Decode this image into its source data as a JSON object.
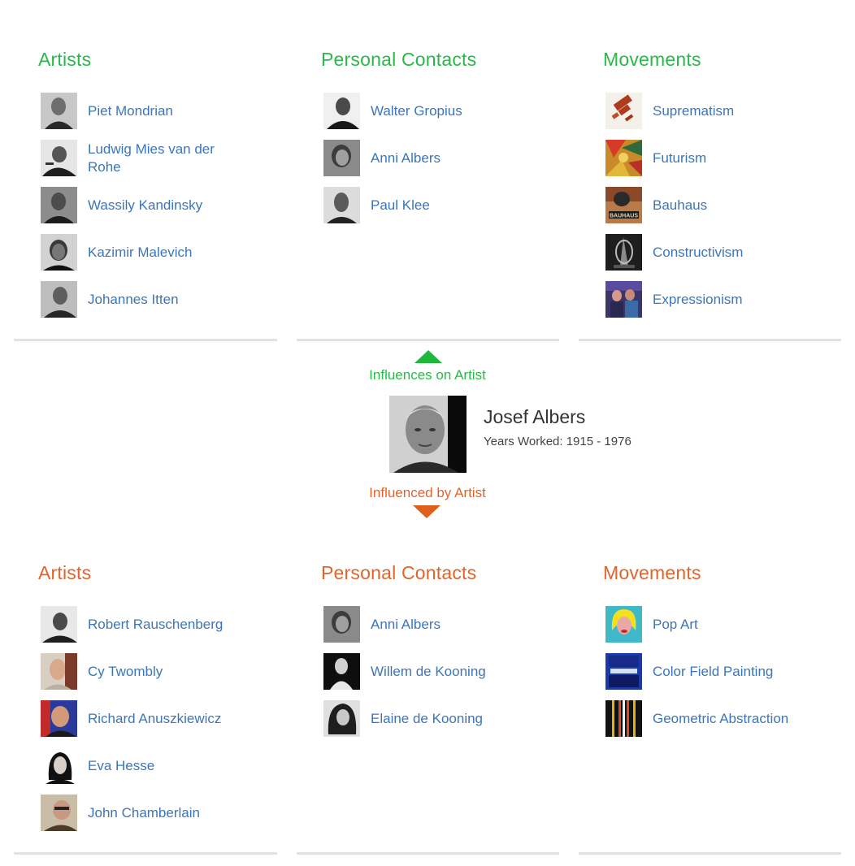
{
  "influences_on": {
    "columns": [
      {
        "title": "Artists",
        "items": [
          {
            "label": "Piet Mondrian",
            "icon": "portrait-photo"
          },
          {
            "label": "Ludwig Mies van der Rohe",
            "icon": "portrait-photo"
          },
          {
            "label": "Wassily Kandinsky",
            "icon": "portrait-photo"
          },
          {
            "label": "Kazimir Malevich",
            "icon": "portrait-photo"
          },
          {
            "label": "Johannes Itten",
            "icon": "portrait-photo"
          }
        ]
      },
      {
        "title": "Personal Contacts",
        "items": [
          {
            "label": "Walter Gropius",
            "icon": "portrait-photo"
          },
          {
            "label": "Anni Albers",
            "icon": "portrait-photo"
          },
          {
            "label": "Paul Klee",
            "icon": "portrait-photo"
          }
        ]
      },
      {
        "title": "Movements",
        "items": [
          {
            "label": "Suprematism",
            "icon": "artwork-thumbnail"
          },
          {
            "label": "Futurism",
            "icon": "artwork-thumbnail"
          },
          {
            "label": "Bauhaus",
            "icon": "artwork-thumbnail"
          },
          {
            "label": "Constructivism",
            "icon": "artwork-thumbnail"
          },
          {
            "label": "Expressionism",
            "icon": "artwork-thumbnail"
          }
        ]
      }
    ]
  },
  "center": {
    "influences_on_label": "Influences on Artist",
    "influenced_by_label": "Influenced by Artist",
    "artist_name": "Josef Albers",
    "years_worked": "Years Worked: 1915 - 1976"
  },
  "influenced_by": {
    "columns": [
      {
        "title": "Artists",
        "items": [
          {
            "label": "Robert Rauschenberg",
            "icon": "portrait-photo"
          },
          {
            "label": "Cy Twombly",
            "icon": "portrait-photo"
          },
          {
            "label": "Richard Anuszkiewicz",
            "icon": "portrait-photo"
          },
          {
            "label": "Eva Hesse",
            "icon": "portrait-photo"
          },
          {
            "label": "John Chamberlain",
            "icon": "portrait-photo"
          }
        ]
      },
      {
        "title": "Personal Contacts",
        "items": [
          {
            "label": "Anni Albers",
            "icon": "portrait-photo"
          },
          {
            "label": "Willem de Kooning",
            "icon": "portrait-photo"
          },
          {
            "label": "Elaine de Kooning",
            "icon": "portrait-photo"
          }
        ]
      },
      {
        "title": "Movements",
        "items": [
          {
            "label": "Pop Art",
            "icon": "artwork-thumbnail"
          },
          {
            "label": "Color Field Painting",
            "icon": "artwork-thumbnail"
          },
          {
            "label": "Geometric Abstraction",
            "icon": "artwork-thumbnail"
          }
        ]
      }
    ]
  },
  "colors": {
    "influences_on_accent": "#2ab84a",
    "influenced_by_accent": "#e0642b",
    "link": "#3b76b8",
    "divider": "#e2e2e2"
  }
}
